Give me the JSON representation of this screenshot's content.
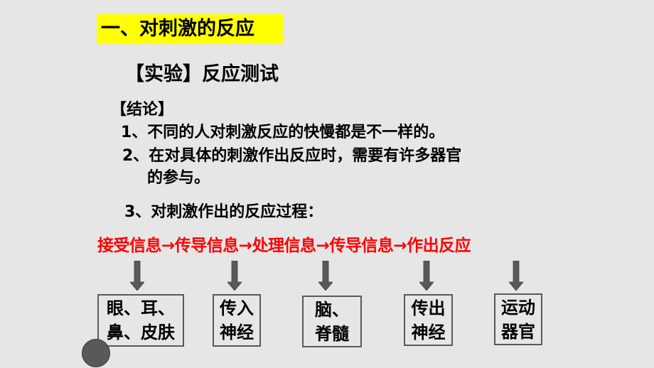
{
  "slide": {
    "title": "一、对刺激的反应",
    "subtitle": "【实验】反应测试",
    "conclusion_label": "【结论】",
    "conclusions": [
      "1、不同的人对刺激反应的快慢都是不一样的。",
      "2、在对具体的刺激作出反应时，需要有许多器官",
      "的参与。",
      "3、对刺激作出的反应过程："
    ],
    "process_flow": "接受信息→传导信息→处理信息→传导信息→作出反应",
    "boxes": [
      {
        "line1": "眼、耳、",
        "line2": "鼻、皮肤"
      },
      {
        "line1": "传入",
        "line2": "神经"
      },
      {
        "line1": "脑、",
        "line2": "脊髓"
      },
      {
        "line1": "传出",
        "line2": "神经"
      },
      {
        "line1": "运动",
        "line2": "器官"
      }
    ],
    "colors": {
      "background": "#e6e6e6",
      "title_highlight": "#ffff00",
      "flow_text": "#ff0000",
      "arrow": "#595959",
      "box_border": "#595959"
    }
  }
}
